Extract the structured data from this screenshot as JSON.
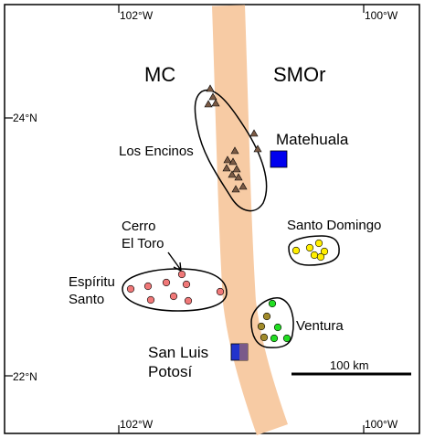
{
  "map": {
    "graticule": {
      "lon_west": "102°W",
      "lon_east": "100°W",
      "lat_north": "24°N",
      "lat_south": "22°N"
    },
    "regions": {
      "west": "MC",
      "east": "SMOr"
    },
    "groups": {
      "los_encinos": "Los Encinos",
      "cerro_el_toro_line1": "Cerro",
      "cerro_el_toro_line2": "El Toro",
      "espiritu_santo_line1": "Espíritu",
      "espiritu_santo_line2": "Santo",
      "santo_domingo": "Santo Domingo",
      "ventura": "Ventura"
    },
    "cities": {
      "matehuala": "Matehuala",
      "slp_line1": "San Luis",
      "slp_line2": "Potosí"
    },
    "scale_bar": "100 km",
    "colors": {
      "belt": "#f7cba4",
      "triangle": "#7a5a45",
      "espiritu_santo": "#f07878",
      "santo_domingo": "#ffee00",
      "ventura_green": "#22dd22",
      "ventura_olive": "#a08a2a",
      "matehuala_square": "#0000ee",
      "slp_square": "#7a5a8a"
    }
  }
}
